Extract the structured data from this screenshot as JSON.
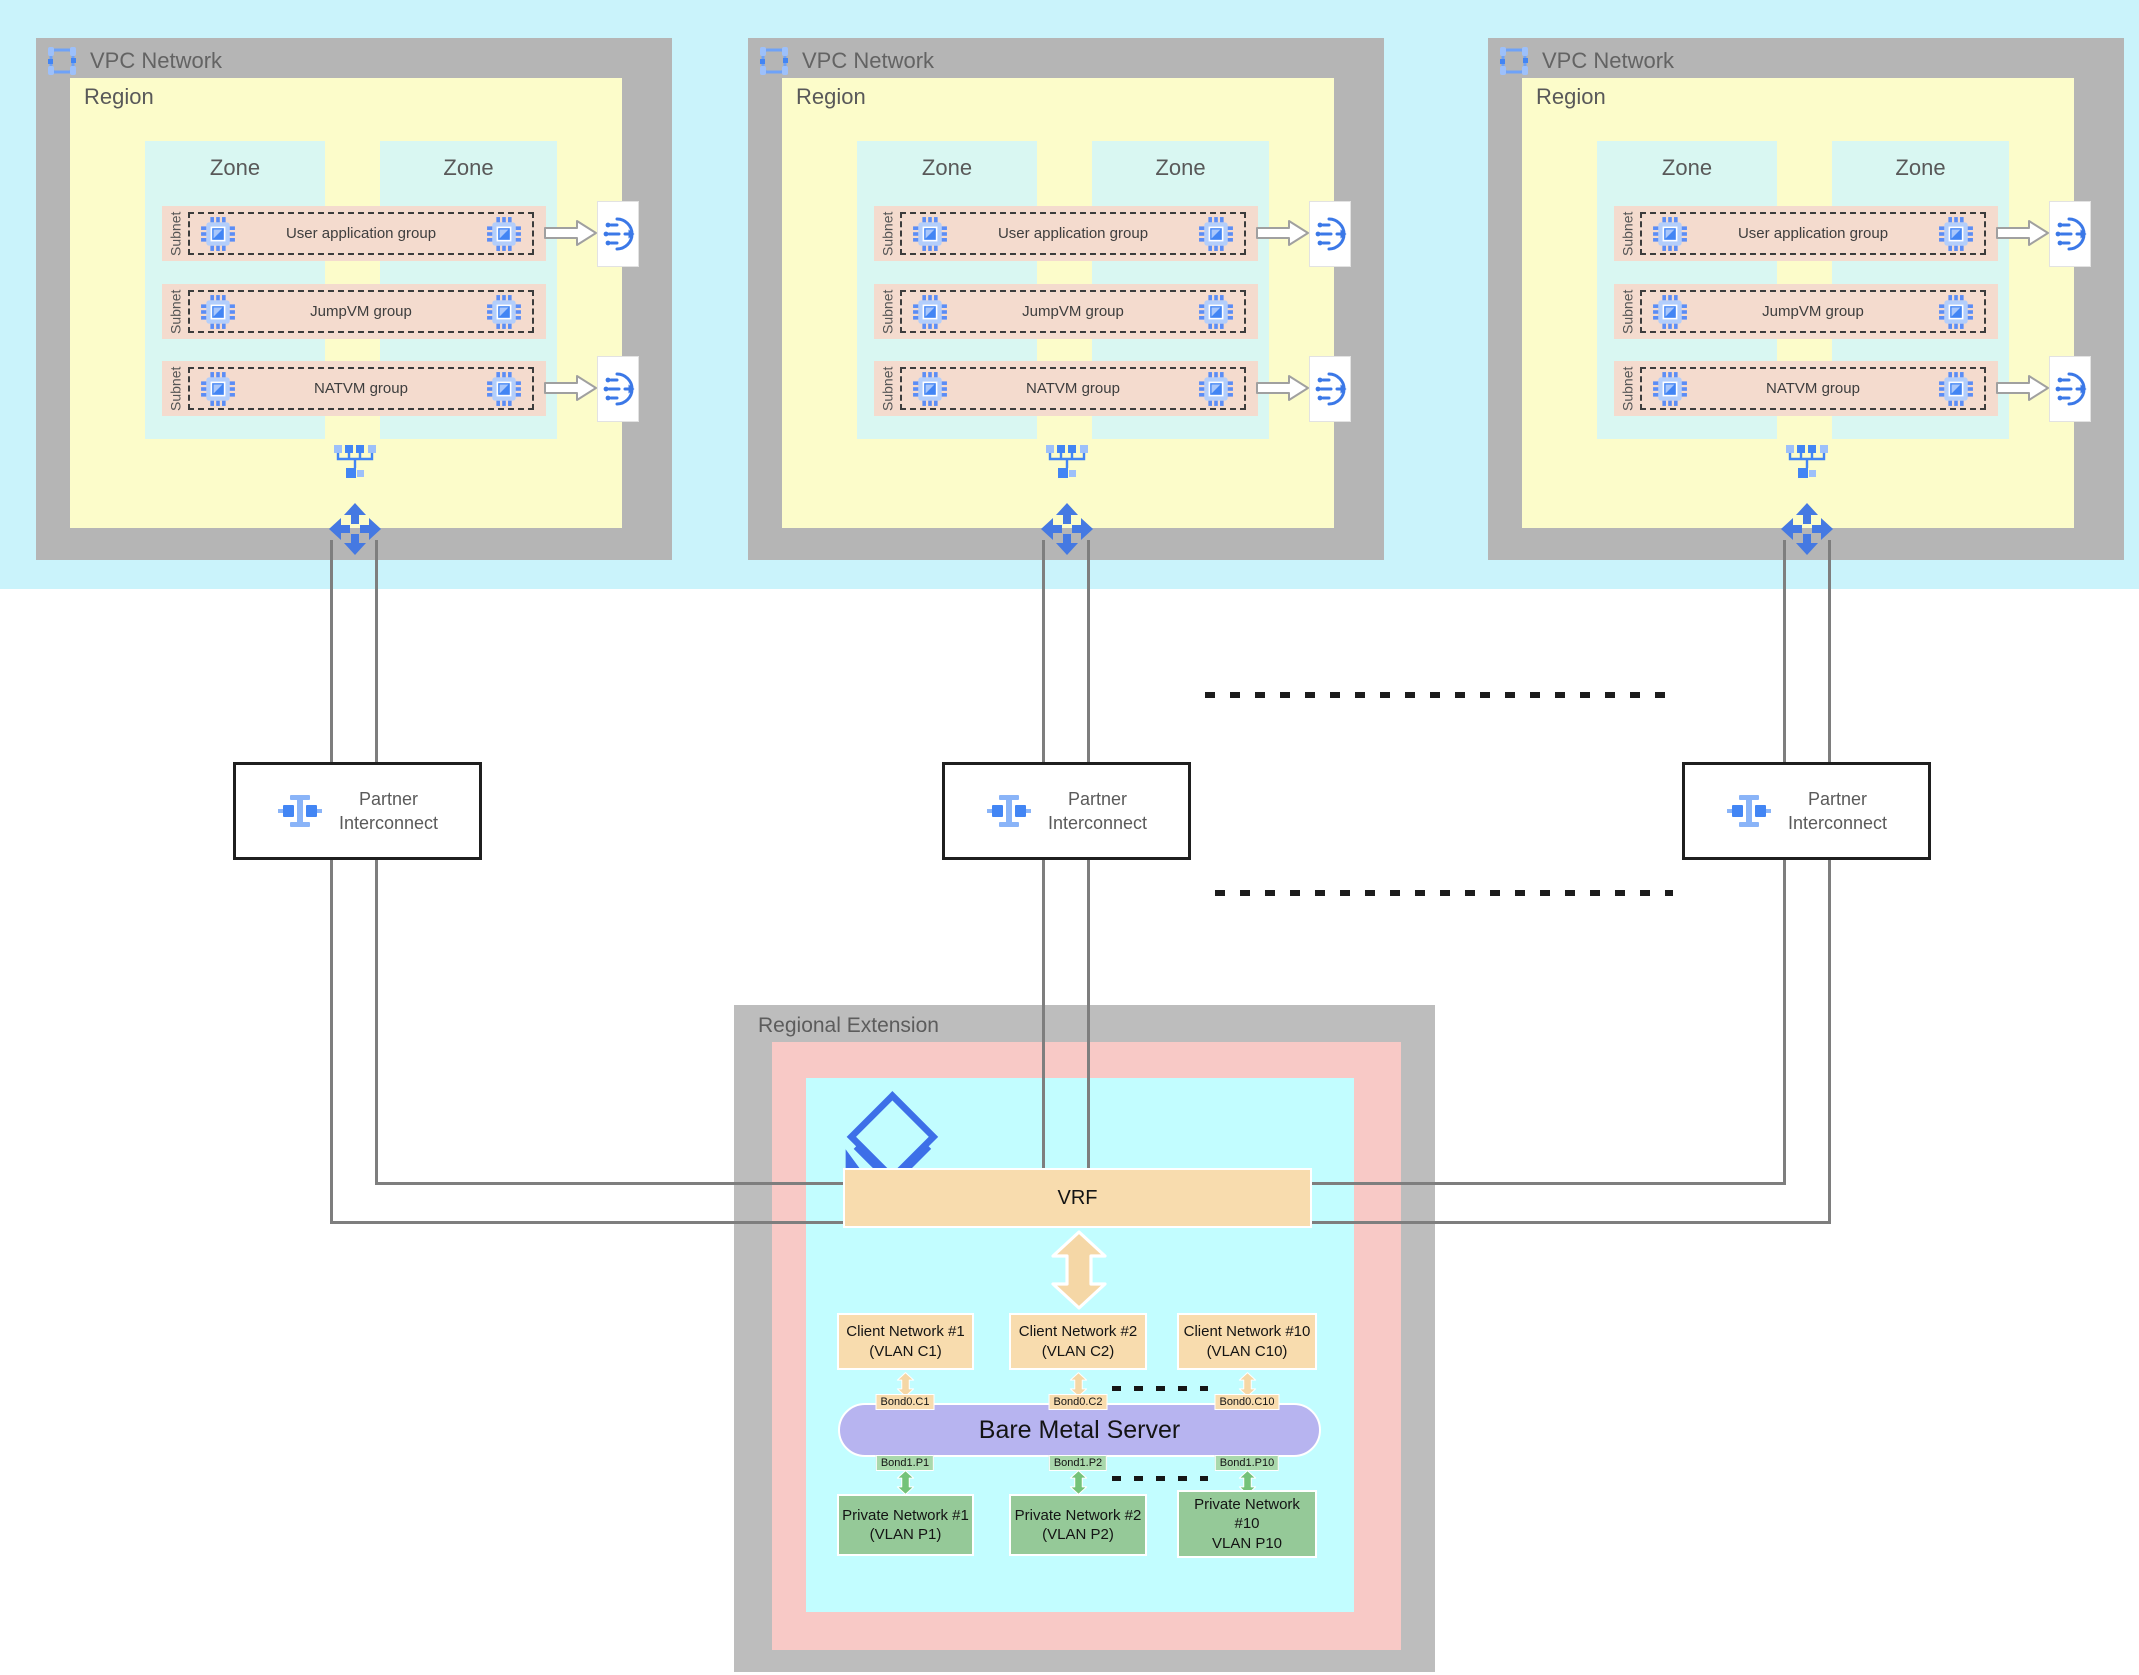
{
  "colors": {
    "accent_blue": "#4285f4",
    "band_cyan": "#caf3fb",
    "vpc_gray": "#b5b5b5",
    "region_yellow": "#fcfcca",
    "zone_cyan": "#d9f7f2",
    "subnet_pink": "#f4dbce",
    "extension_gray": "#bdbdbd",
    "extension_pink": "#f8c9c6",
    "extension_cyan": "#c2fdff",
    "vrf_orange": "#f8dcae",
    "server_purple": "#b7b4f0",
    "private_green": "#95c998",
    "line_gray": "#7e7e7e"
  },
  "icons": {
    "vpc-icon": "blue selection-frame square with corner handles",
    "vm-icon": "blue compute-engine chip with pins",
    "load-balancer-icon": "blue arc with three nodes and right arrow",
    "network-switch-icon": "blue network tree of squares",
    "router-icon": "blue four-way arrows",
    "partner-interconnect-icon": "blue I-beam with side squares",
    "layers-icon": "blue stacked diamond with swoosh",
    "block-arrow-icon": "white right block arrow",
    "double-arrow-icon": "double-headed vertical arrow"
  },
  "vpcs": [
    {
      "title": "VPC Network",
      "region": "Region",
      "zones": [
        "Zone",
        "Zone"
      ],
      "subnets": [
        {
          "label": "Subnet",
          "group": "User application group"
        },
        {
          "label": "Subnet",
          "group": "JumpVM group"
        },
        {
          "label": "Subnet",
          "group": "NATVM group"
        }
      ]
    },
    {
      "title": "VPC Network",
      "region": "Region",
      "zones": [
        "Zone",
        "Zone"
      ],
      "subnets": [
        {
          "label": "Subnet",
          "group": "User application group"
        },
        {
          "label": "Subnet",
          "group": "JumpVM group"
        },
        {
          "label": "Subnet",
          "group": "NATVM group"
        }
      ]
    },
    {
      "title": "VPC Network",
      "region": "Region",
      "zones": [
        "Zone",
        "Zone"
      ],
      "subnets": [
        {
          "label": "Subnet",
          "group": "User application group"
        },
        {
          "label": "Subnet",
          "group": "JumpVM group"
        },
        {
          "label": "Subnet",
          "group": "NATVM group"
        }
      ]
    }
  ],
  "interconnects": [
    {
      "line1": "Partner",
      "line2": "Interconnect"
    },
    {
      "line1": "Partner",
      "line2": "Interconnect"
    },
    {
      "line1": "Partner",
      "line2": "Interconnect"
    }
  ],
  "regional_extension": {
    "title": "Regional Extension",
    "vrf": "VRF",
    "client_networks": [
      {
        "line1": "Client Network #1",
        "line2": "(VLAN C1)"
      },
      {
        "line1": "Client Network #2",
        "line2": "(VLAN C2)"
      },
      {
        "line1": "Client Network #10",
        "line2": "(VLAN C10)"
      }
    ],
    "client_bonds": [
      "Bond0.C1",
      "Bond0.C2",
      "Bond0.C10"
    ],
    "server": "Bare Metal Server",
    "private_bonds": [
      "Bond1.P1",
      "Bond1.P2",
      "Bond1.P10"
    ],
    "private_networks": [
      {
        "line1": "Private Network #1",
        "line2": "(VLAN P1)"
      },
      {
        "line1": "Private Network #2",
        "line2": "(VLAN P2)"
      },
      {
        "line1": "Private Network",
        "line2": "#10",
        "line3": "VLAN P10"
      }
    ]
  }
}
